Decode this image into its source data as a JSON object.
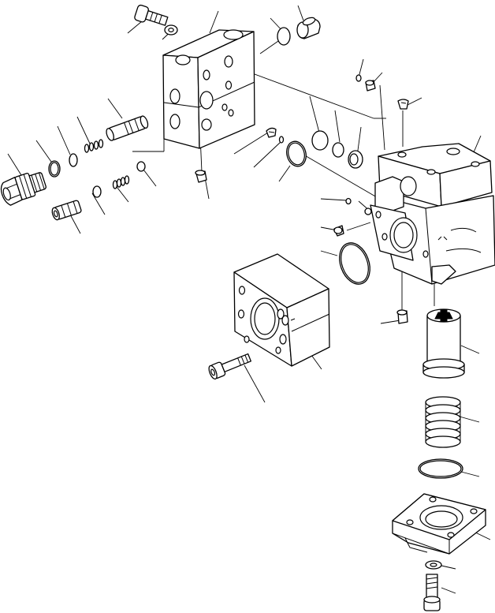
{
  "diagram": {
    "kind": "exploded-parts-view",
    "item_labels_visible": false,
    "parts": [
      "bolt-top",
      "washer-top",
      "valve-block",
      "oring-top",
      "plug-top",
      "small-plug",
      "plug-right",
      "check-plug",
      "spool",
      "ring-set",
      "oring-small",
      "oring-left",
      "poppet",
      "relief-valve",
      "sleeve",
      "oring-mid",
      "spring-small",
      "oring-center",
      "plug-bottom",
      "plug-fitting",
      "oring-block",
      "seal-ring",
      "oring-face",
      "plug-side",
      "bolt-side",
      "main-housing",
      "oring-housing",
      "plug-housing",
      "adapter-block",
      "mount-bolt",
      "piston",
      "spring",
      "oring-bottom",
      "cover-flange",
      "washer-bottom",
      "bolt-bottom"
    ]
  }
}
